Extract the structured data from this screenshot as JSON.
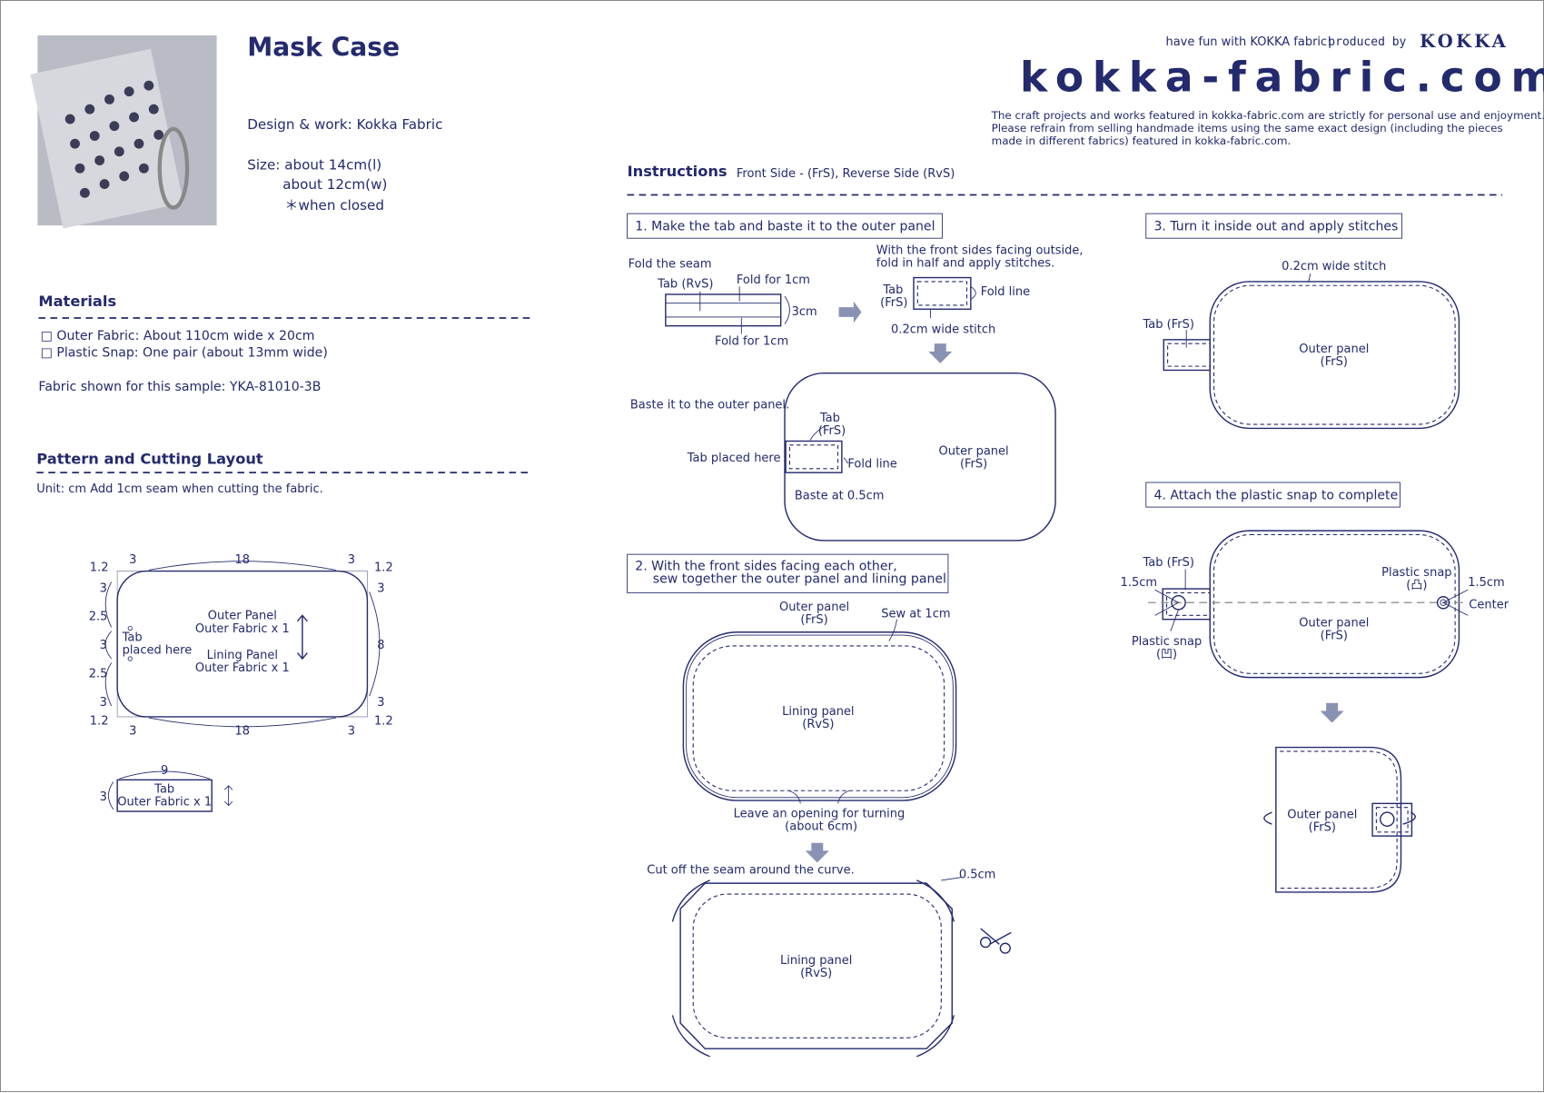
{
  "header": {
    "title": "Mask Case",
    "design": "Design & work: Kokka Fabric",
    "size_l": "Size: about 14cm(l)",
    "size_w": "about 12cm(w)",
    "size_note": "＊when closed",
    "tagline": "have fun with KOKKA fabric!",
    "produced_by": "produced by",
    "brand": "KOKKA",
    "site_logo": "kokka-fabric.com",
    "disclaimer": [
      "The craft projects and works featured in kokka-fabric.com are strictly for personal use and enjoyment.",
      "Please refrain from selling handmade items using the same exact design (including the pieces",
      "made in different fabrics) featured in kokka-fabric.com."
    ]
  },
  "materials": {
    "heading": "Materials",
    "items": [
      "□  Outer Fabric: About 110cm wide x 20cm",
      "□  Plastic Snap: One pair (about 13mm wide)"
    ],
    "fabric_sample": "Fabric shown for this sample: YKA-81010-3B"
  },
  "pattern": {
    "heading": "Pattern and Cutting Layout",
    "unit_note": "Unit: cm  Add 1cm seam when cutting the fabric.",
    "panel_lines": [
      "Outer Panel",
      "Outer Fabric x 1",
      "Lining Panel",
      "Outer Fabric x 1"
    ],
    "tab_note": [
      "Tab",
      "placed here"
    ],
    "dims": {
      "top": "18",
      "bottom": "18",
      "right": "8",
      "corner": "3",
      "corner_small": "1.2",
      "side_a": "2.5",
      "side_mid": "3"
    },
    "tab_piece": {
      "width": "9",
      "height": "3",
      "lines": [
        "Tab",
        "Outer Fabric x 1"
      ]
    }
  },
  "instructions": {
    "heading": "Instructions",
    "legend": "Front Side - (FrS), Reverse Side (RvS)",
    "step1": {
      "title": "1. Make the tab  and baste it to the outer panel",
      "fold_seam": "Fold the seam",
      "tab_rvs": "Tab (RvS)",
      "fold1": "Fold for 1cm",
      "fold2": "Fold for 1cm",
      "w3": "3cm",
      "fold_half": [
        "With the front sides facing outside,",
        "fold in half and apply stitches."
      ],
      "tab": "Tab",
      "frs": "(FrS)",
      "fold_line": "Fold line",
      "stitch": "0.2cm wide stitch",
      "baste": "Baste it to the outer panel.",
      "tab_here": "Tab placed here",
      "baste_at": "Baste at 0.5cm",
      "outer_panel": "Outer panel",
      "outer_frs": "(FrS)"
    },
    "step2": {
      "title": [
        "2. With the front sides facing each other,",
        "sew together the outer panel and lining panel"
      ],
      "outer_panel": "Outer panel",
      "outer_frs": "(FrS)",
      "sew": "Sew at 1cm",
      "lining": "Lining panel",
      "lining_rvs": "(RvS)",
      "opening": [
        "Leave an opening for turning",
        "(about 6cm)"
      ],
      "cut": "Cut off the seam around the curve.",
      "cut_w": "0.5cm"
    },
    "step3": {
      "title": "3. Turn it inside out and apply stitches",
      "stitch": "0.2cm wide stitch",
      "tab": "Tab (FrS)",
      "outer": "Outer panel",
      "frs": "(FrS)"
    },
    "step4": {
      "title": "4. Attach the plastic snap to complete",
      "tab": "Tab (FrS)",
      "w_left": "1.5cm",
      "w_right": "1.5cm",
      "snap_top": "Plastic snap",
      "snap_top_sym": "(凸)",
      "snap_bottom": "Plastic snap",
      "snap_bottom_sym": "(凹)",
      "center": "Center",
      "outer": "Outer panel",
      "frs": "(FrS)"
    }
  },
  "colors": {
    "ink": "#232a6e",
    "arrow": "#8a92b4"
  }
}
